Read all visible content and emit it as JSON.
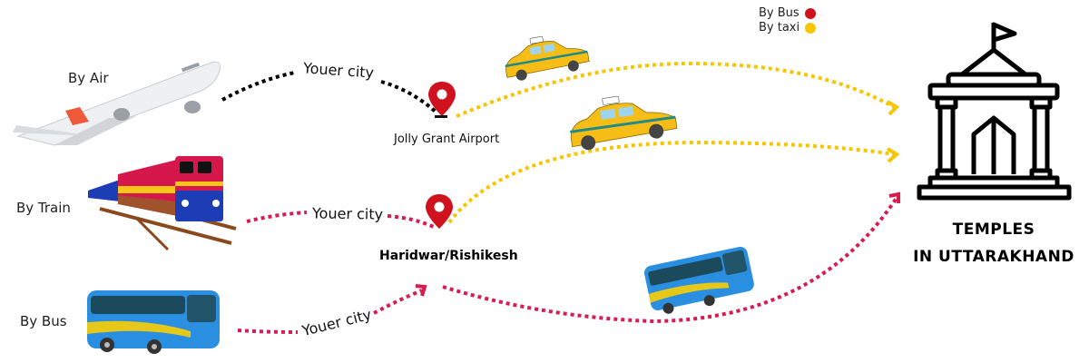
{
  "legend": {
    "items": [
      {
        "label": "By Bus",
        "color": "#d0121f"
      },
      {
        "label": "By taxi",
        "color": "#f7c600"
      }
    ]
  },
  "modes": {
    "air": {
      "label": "By Air",
      "icon": "airplane-icon"
    },
    "train": {
      "label": "By Train",
      "icon": "train-icon"
    },
    "bus": {
      "label": "By Bus",
      "icon": "bus-icon"
    }
  },
  "routes": {
    "air_city": "Youer city",
    "train_city": "Youer city",
    "bus_city": "Youer city"
  },
  "hubs": {
    "airport": "Jolly Grant Airport",
    "haridwar": "Haridwar/Rishikesh"
  },
  "destination": {
    "line1": "TEMPLES",
    "line2": "IN UTTARAKHAND",
    "icon": "temple-icon"
  },
  "colors": {
    "air_path": "#000000",
    "taxi_path": "#f7c600",
    "bus_path": "#d81b50",
    "pin": "#d0121f"
  }
}
